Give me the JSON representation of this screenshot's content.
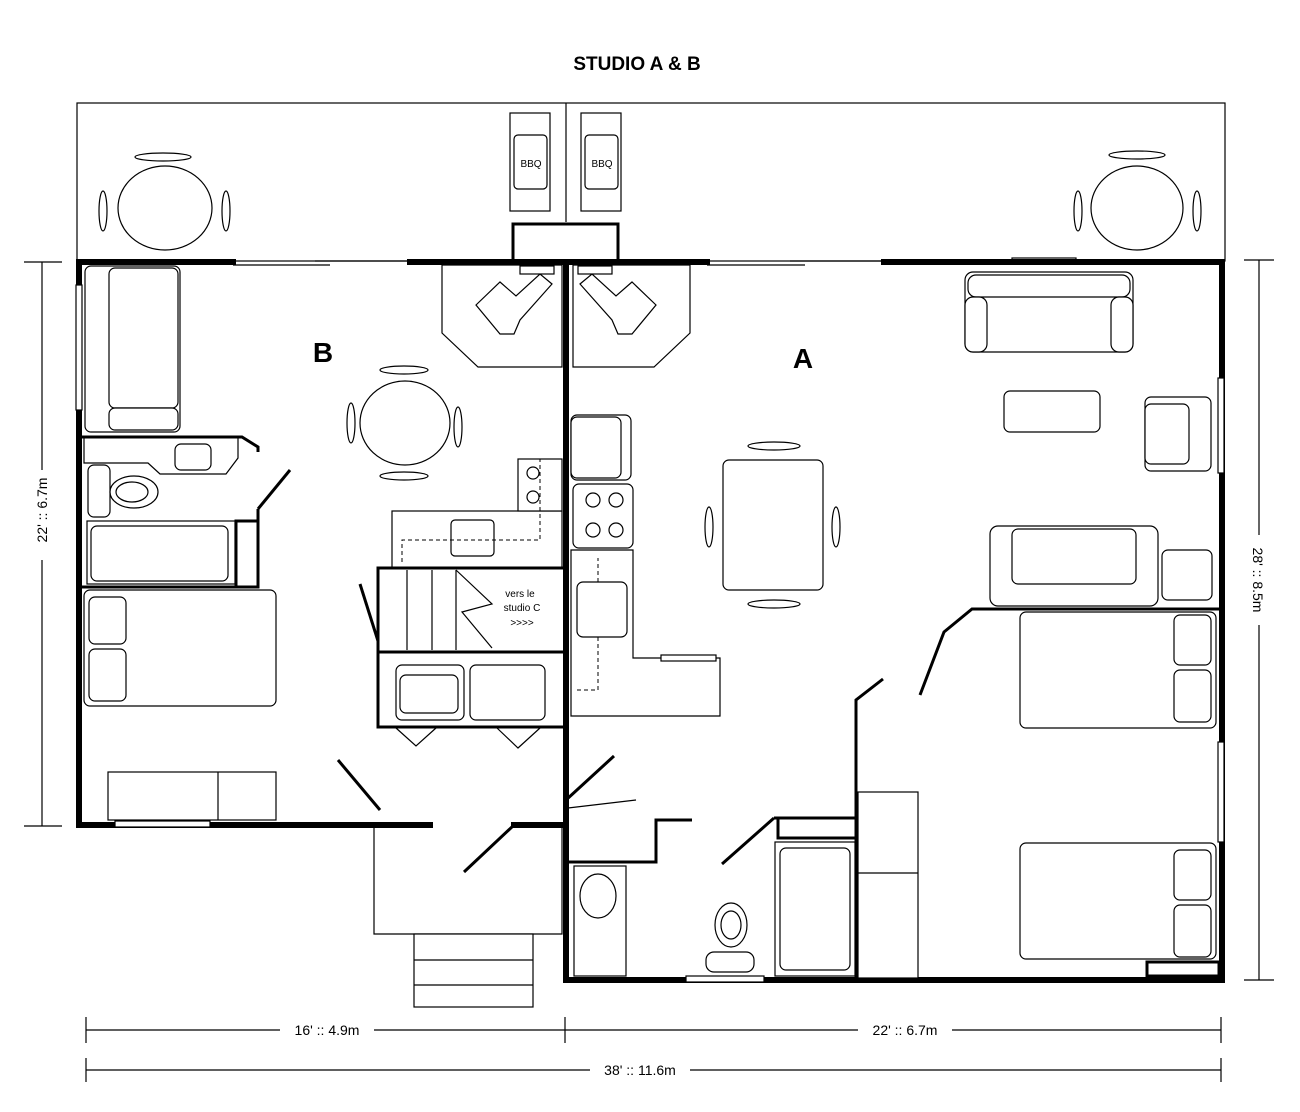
{
  "title": "STUDIO A & B",
  "rooms": {
    "studio_a": "A",
    "studio_b": "B"
  },
  "labels": {
    "bbq": "BBQ",
    "stairs_line1": "vers le",
    "stairs_line2": "studio C",
    "stairs_arrows": ">>>>"
  },
  "dimensions": {
    "left_height": "22' :: 6.7m",
    "right_height": "28' :: 8.5m",
    "bottom_left": "16' :: 4.9m",
    "bottom_right": "22' :: 6.7m",
    "bottom_total": "38' :: 11.6m"
  }
}
